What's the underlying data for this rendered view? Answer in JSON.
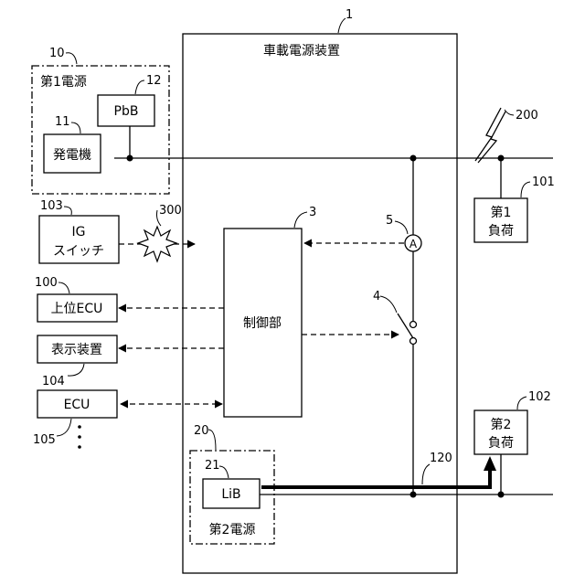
{
  "device": {
    "number": "1",
    "label": "車載電源装置"
  },
  "first_power": {
    "number": "10",
    "label": "第1電源"
  },
  "pbb": {
    "number": "12",
    "label": "PbB"
  },
  "generator": {
    "number": "11",
    "label": "発電機"
  },
  "ig_switch": {
    "number": "103",
    "line1": "IG",
    "line2": "スイッチ"
  },
  "noise": {
    "number": "300"
  },
  "upper_ecu": {
    "number": "100",
    "label": "上位ECU"
  },
  "display": {
    "number": "104",
    "label": "表示装置"
  },
  "ecu": {
    "number": "105",
    "label": "ECU"
  },
  "controller": {
    "number": "3",
    "label": "制御部"
  },
  "ammeter": {
    "number": "5",
    "symbol": "A"
  },
  "switch": {
    "number": "4"
  },
  "surge": {
    "number": "200"
  },
  "load1": {
    "number": "101",
    "line1": "第1",
    "line2": "負荷"
  },
  "load2": {
    "number": "102",
    "line1": "第2",
    "line2": "負荷"
  },
  "second_power": {
    "number": "20",
    "label": "第2電源"
  },
  "lib": {
    "number": "21",
    "label": "LiB"
  },
  "path": {
    "number": "120"
  }
}
